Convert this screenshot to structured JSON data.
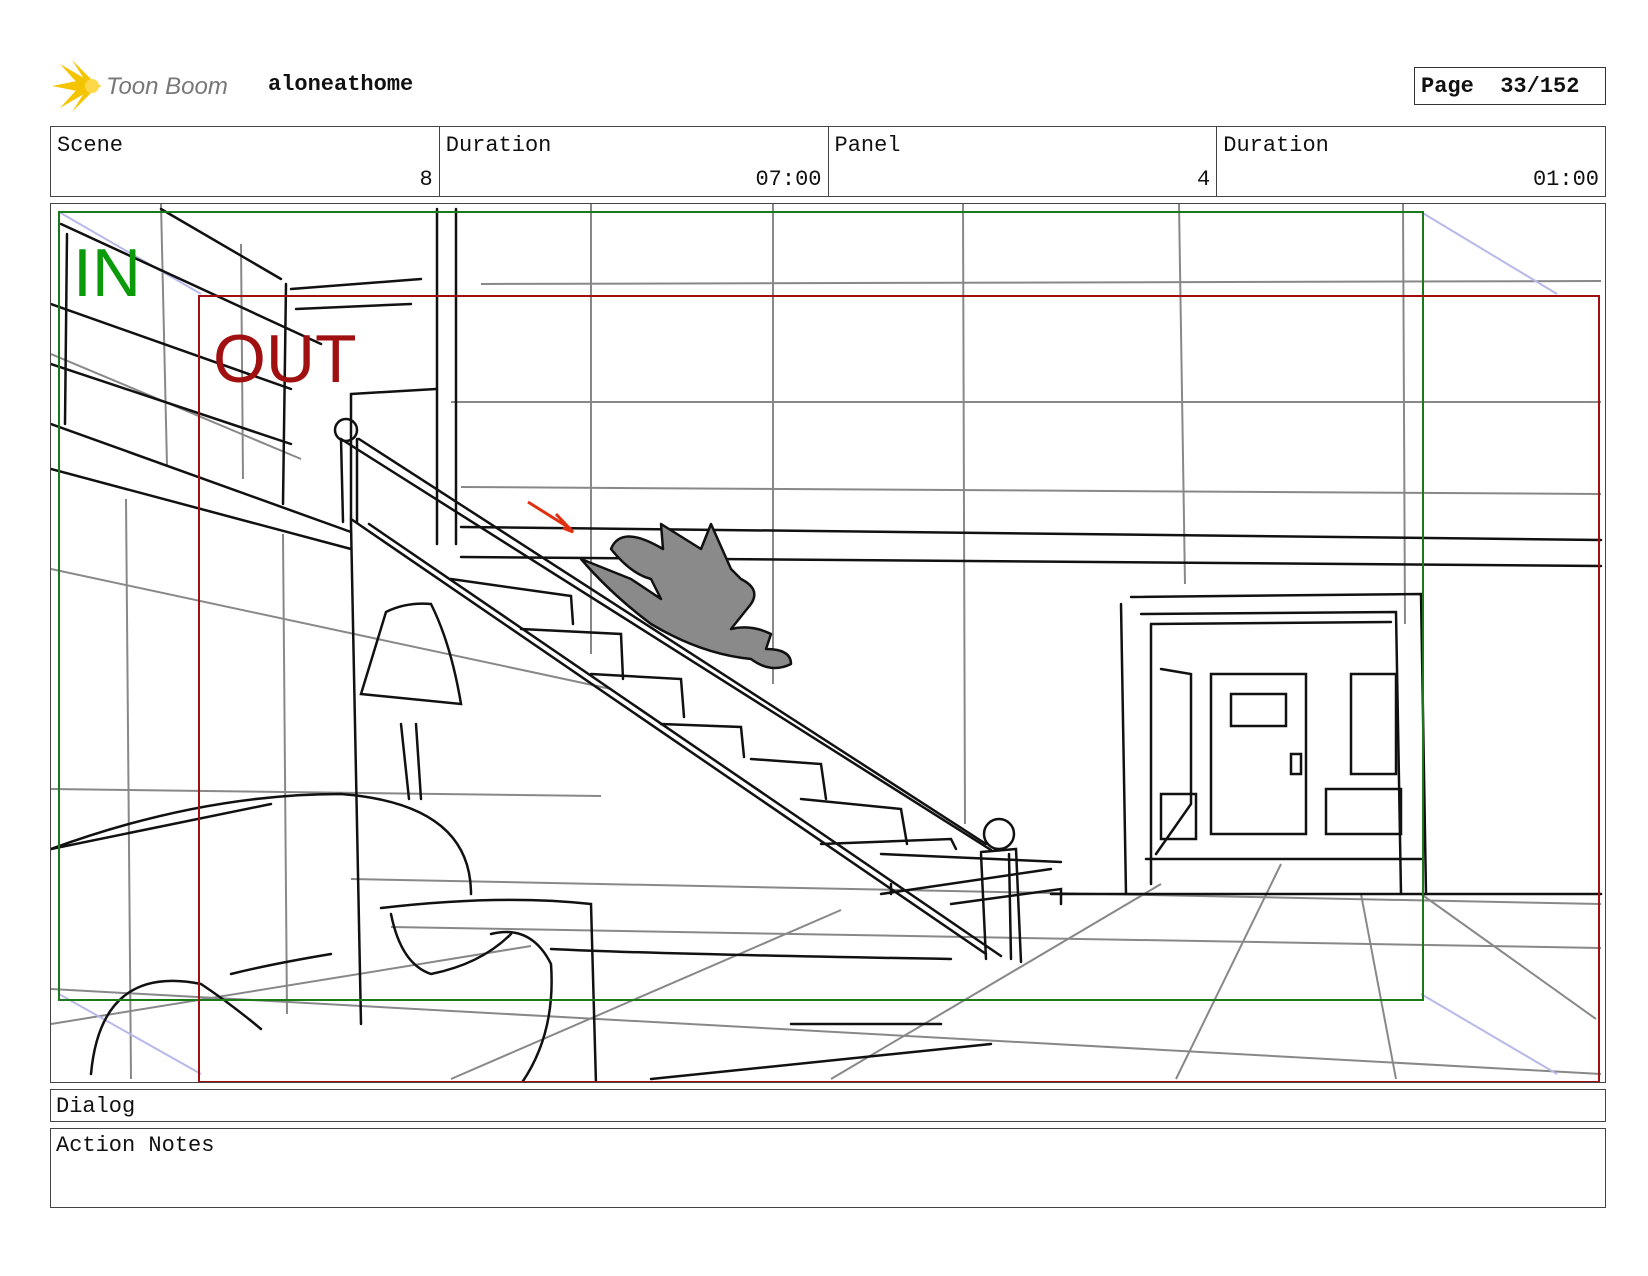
{
  "header": {
    "logo_text": "Toon Boom",
    "project": "aloneathome",
    "page_label": "Page  33/152"
  },
  "info": {
    "scene_label": "Scene",
    "scene_value": "8",
    "scene_duration_label": "Duration",
    "scene_duration_value": "07:00",
    "panel_label": "Panel",
    "panel_value": "4",
    "panel_duration_label": "Duration",
    "panel_duration_value": "01:00"
  },
  "panel": {
    "in_label": "IN",
    "out_label": "OUT",
    "in_color": "#0a9a0a",
    "out_color": "#a01010"
  },
  "dialog_label": "Dialog",
  "notes_label": "Action Notes"
}
